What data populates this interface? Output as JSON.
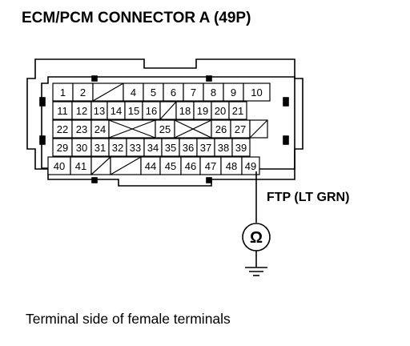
{
  "title": "ECM/PCM CONNECTOR A (49P)",
  "caption": "Terminal side of female terminals",
  "signal": {
    "label": "FTP (LT GRN)",
    "terminal": "49",
    "symbol": "Ω"
  },
  "rows": [
    [
      "1",
      "2",
      "x",
      "4",
      "5",
      "6",
      "7",
      "8",
      "9",
      "10"
    ],
    [
      "11",
      "12",
      "13",
      "14",
      "15",
      "16",
      "x",
      "18",
      "19",
      "20",
      "21"
    ],
    [
      "22",
      "23",
      "24",
      "X",
      "25",
      "X",
      "26",
      "27",
      "x"
    ],
    [
      "29",
      "30",
      "31",
      "32",
      "33",
      "34",
      "35",
      "36",
      "37",
      "38",
      "39"
    ],
    [
      "40",
      "41",
      "x",
      "x",
      "44",
      "45",
      "46",
      "47",
      "48",
      "49"
    ]
  ]
}
